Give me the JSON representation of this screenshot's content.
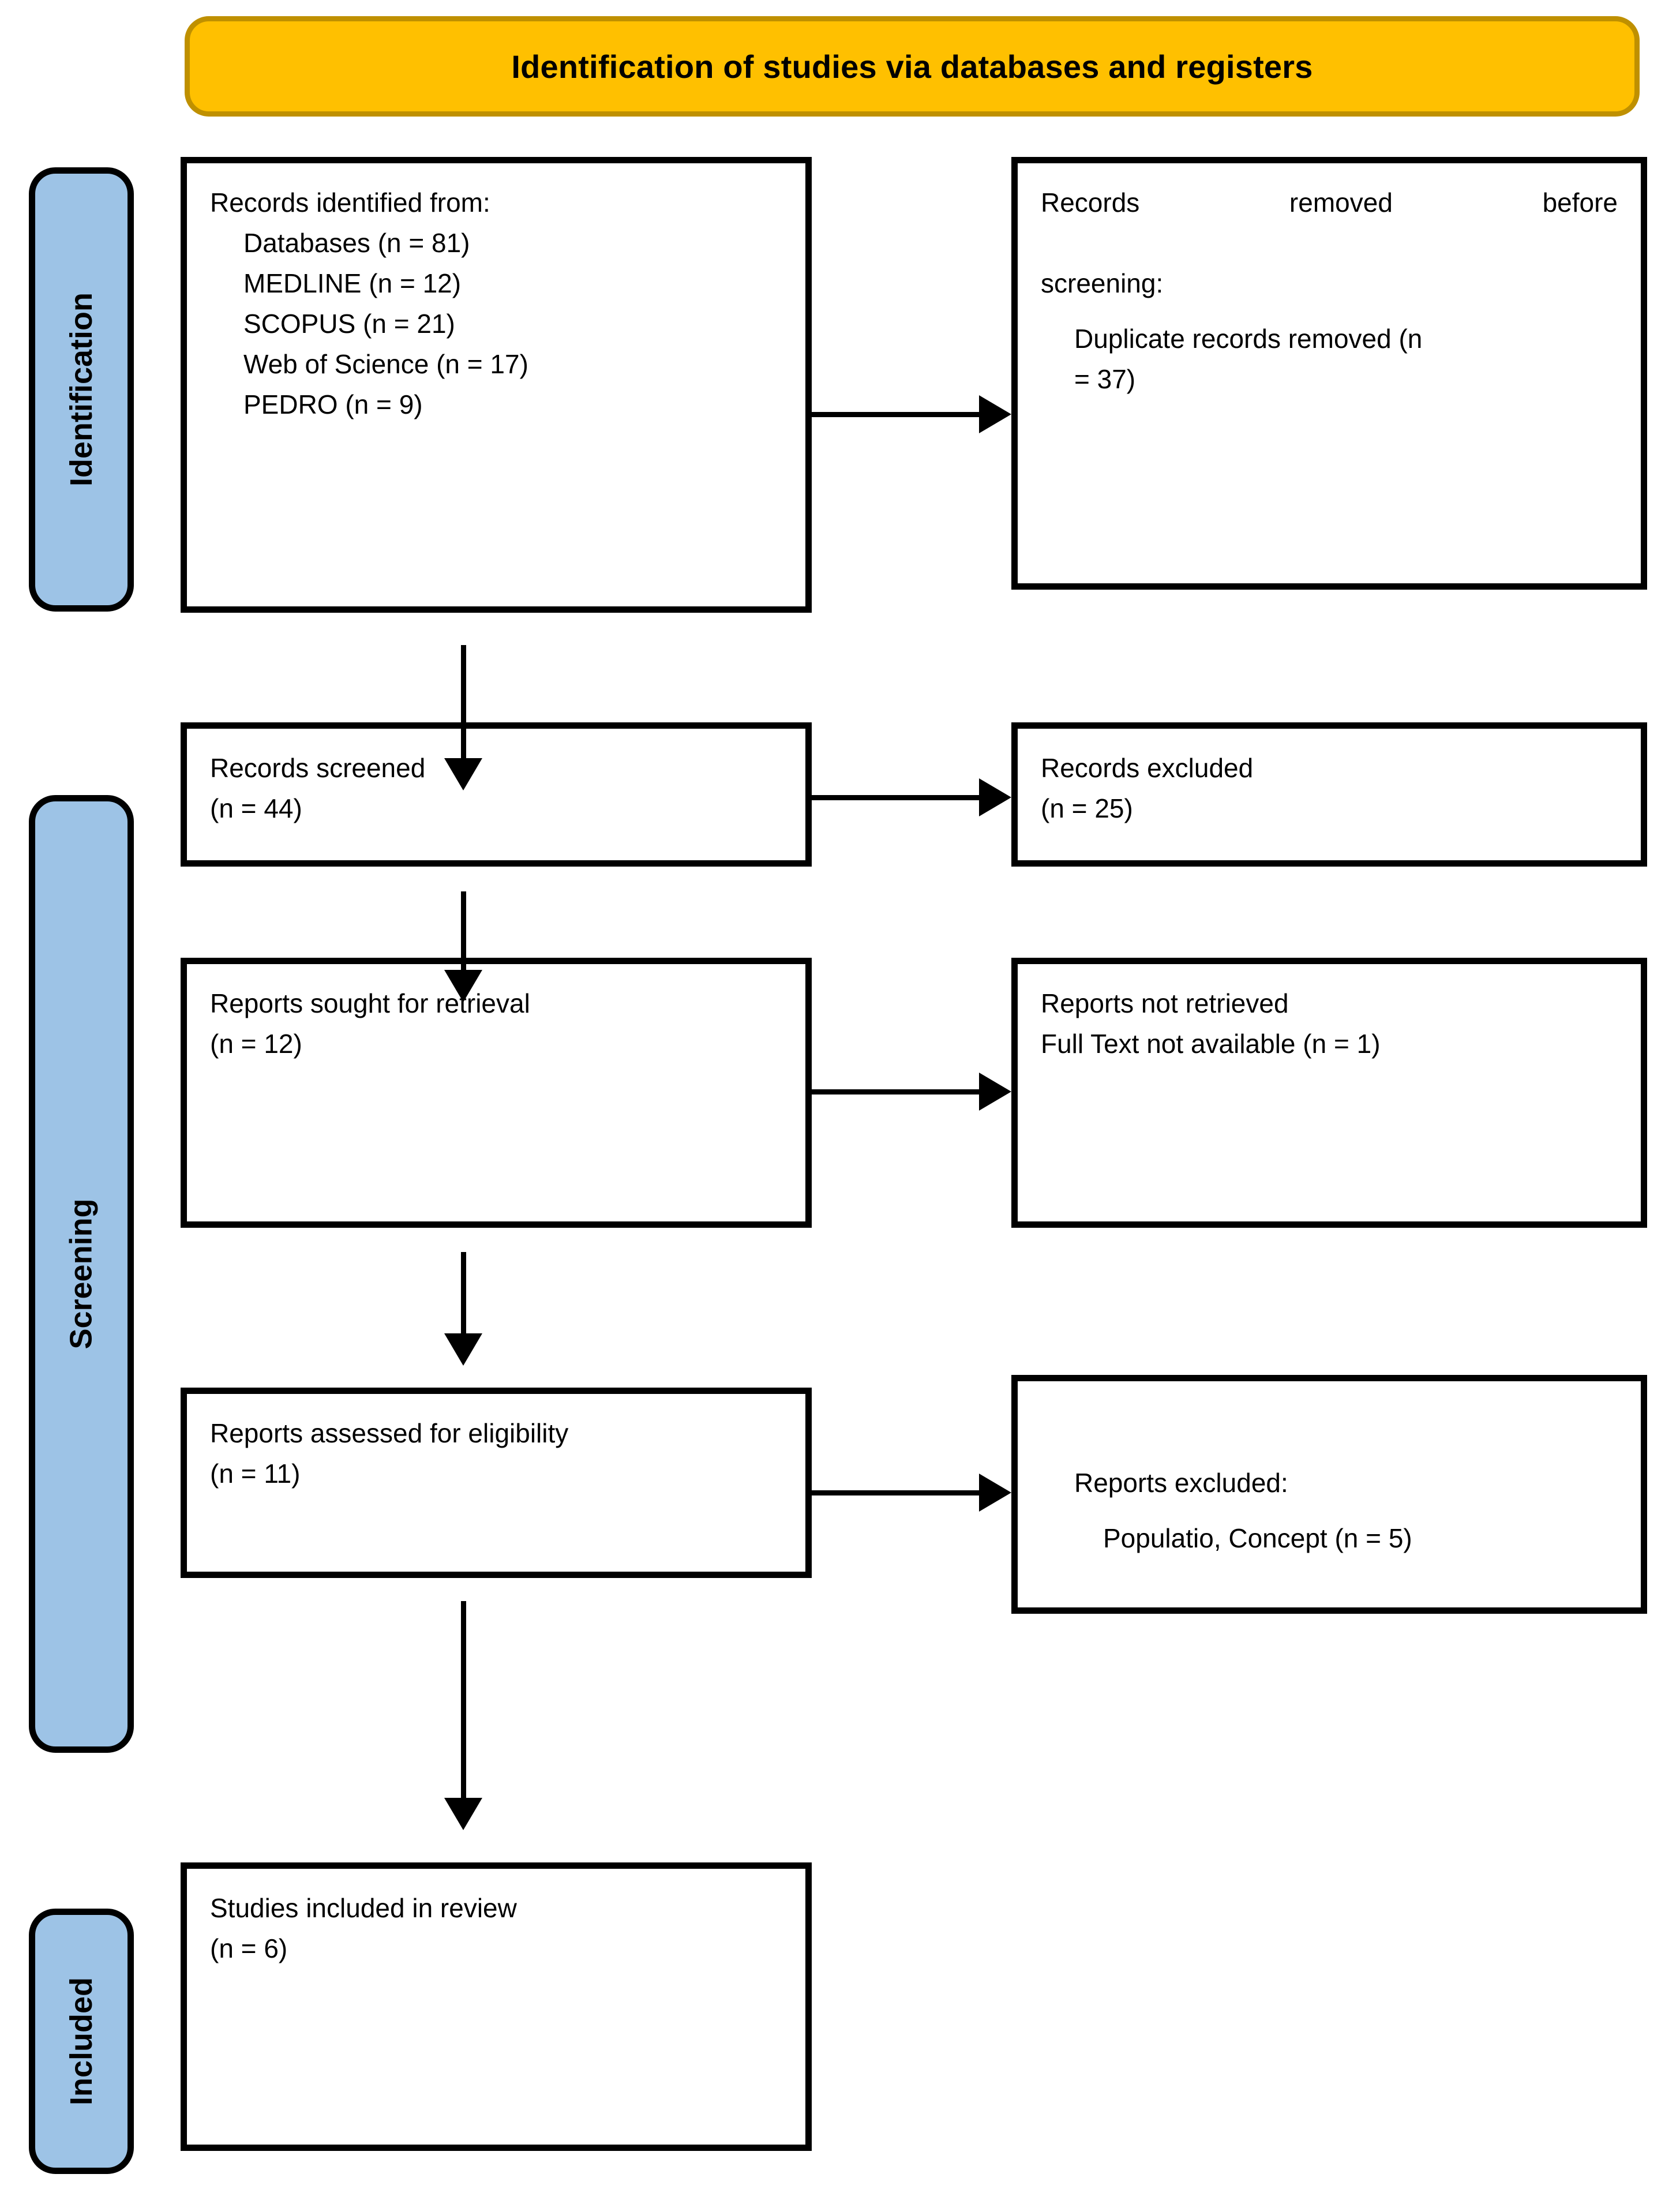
{
  "title": {
    "text": "Identification of studies via databases and registers",
    "bg_color": "#FFC000",
    "border_color": "#BF9000"
  },
  "stages": {
    "bar_color": "#9DC3E6",
    "identification": "Identification",
    "screening": "Screening",
    "included": "Included"
  },
  "boxes": {
    "identified": {
      "heading": "Records identified from:",
      "items": [
        "Databases (n = 81)",
        "MEDLINE (n = 12)",
        "SCOPUS (n = 21)",
        "Web of Science (n = 17)",
        "PEDRO (n = 9)"
      ]
    },
    "removed": {
      "line1_a": "Records removed ",
      "line1_b": "before",
      "line2": "screening",
      "line2_tail": ":",
      "item": "Duplicate records removed (n",
      "item_cont": "= 37)"
    },
    "screened": {
      "label": "Records screened",
      "count": "(n = 44)"
    },
    "excluded": {
      "label": "Records excluded",
      "count": "(n = 25)"
    },
    "sought": {
      "label": "Reports sought for retrieval",
      "count": "(n = 12)"
    },
    "not_retrieved": {
      "label": "Reports not retrieved",
      "reason": "Full Text not available (n = 1)"
    },
    "eligibility": {
      "label": "Reports assessed for eligibility",
      "count": "(n = 11)"
    },
    "reports_excluded": {
      "label": "Reports excluded:",
      "reason": "Populatio, Concept (n = 5)"
    },
    "included": {
      "label": "Studies included in review",
      "count": "(n = 6)"
    }
  }
}
